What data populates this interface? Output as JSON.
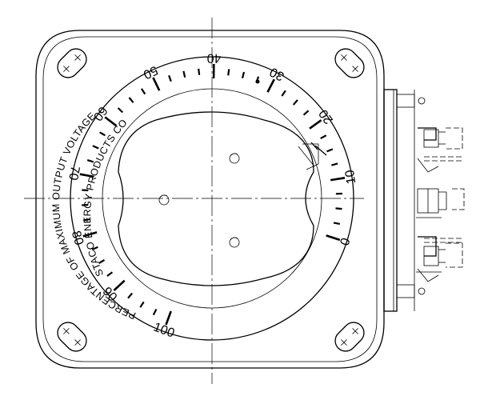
{
  "dial": {
    "scale_labels": [
      "0",
      "10",
      "20",
      "30",
      "40",
      "50",
      "60",
      "70",
      "80",
      "90",
      "100"
    ],
    "ring_text_upper": "PERCENTAGE OF MAXIMUM OUTPUT VOLTAGE",
    "ring_text_lower": "STACO ENERGY PRODUCTS CO"
  }
}
